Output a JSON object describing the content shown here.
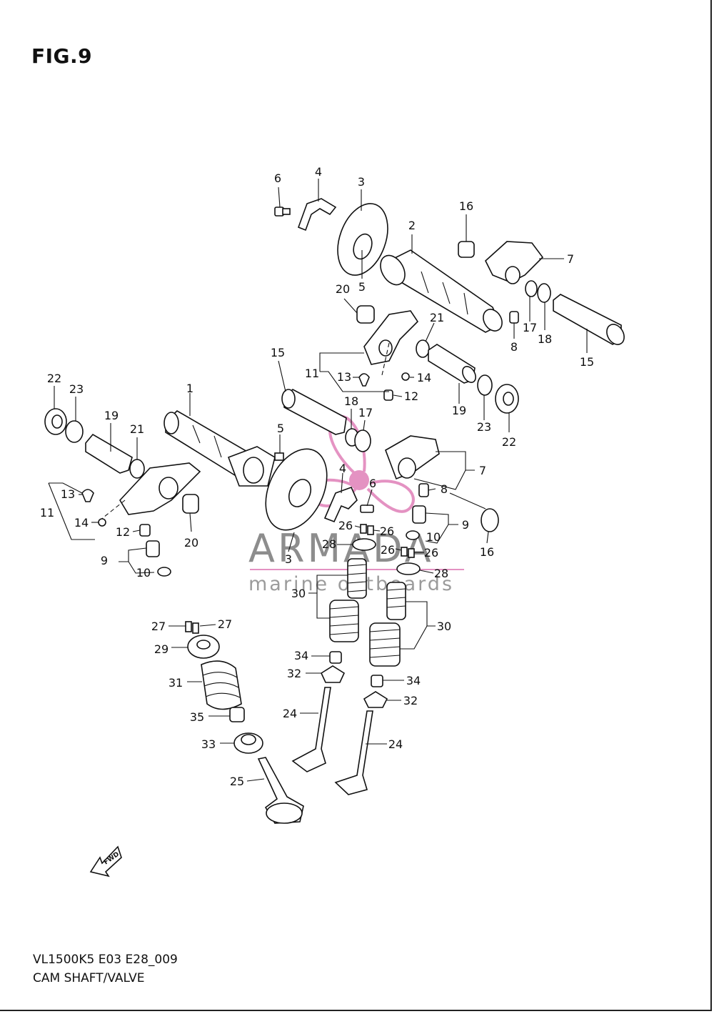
{
  "figure": {
    "title": "FIG.9",
    "code": "VL1500K5 E03 E28_009",
    "name": "CAM SHAFT/VALVE",
    "fwd_label": "FWD"
  },
  "watermark": {
    "brand": "ARMADA",
    "tagline": "marine outboards",
    "accent_color": "#e080b8",
    "text_color": "#808080"
  },
  "callouts": [
    "1",
    "2",
    "3",
    "3",
    "4",
    "4",
    "5",
    "5",
    "6",
    "6",
    "7",
    "7",
    "8",
    "8",
    "9",
    "9",
    "10",
    "10",
    "11",
    "11",
    "12",
    "12",
    "13",
    "13",
    "14",
    "14",
    "15",
    "15",
    "16",
    "16",
    "17",
    "17",
    "18",
    "18",
    "19",
    "19",
    "20",
    "20",
    "21",
    "21",
    "22",
    "22",
    "23",
    "23",
    "24",
    "24",
    "25",
    "26",
    "26",
    "26",
    "26",
    "27",
    "27",
    "28",
    "28",
    "29",
    "30",
    "30",
    "31",
    "32",
    "32",
    "33",
    "34",
    "34",
    "35"
  ]
}
